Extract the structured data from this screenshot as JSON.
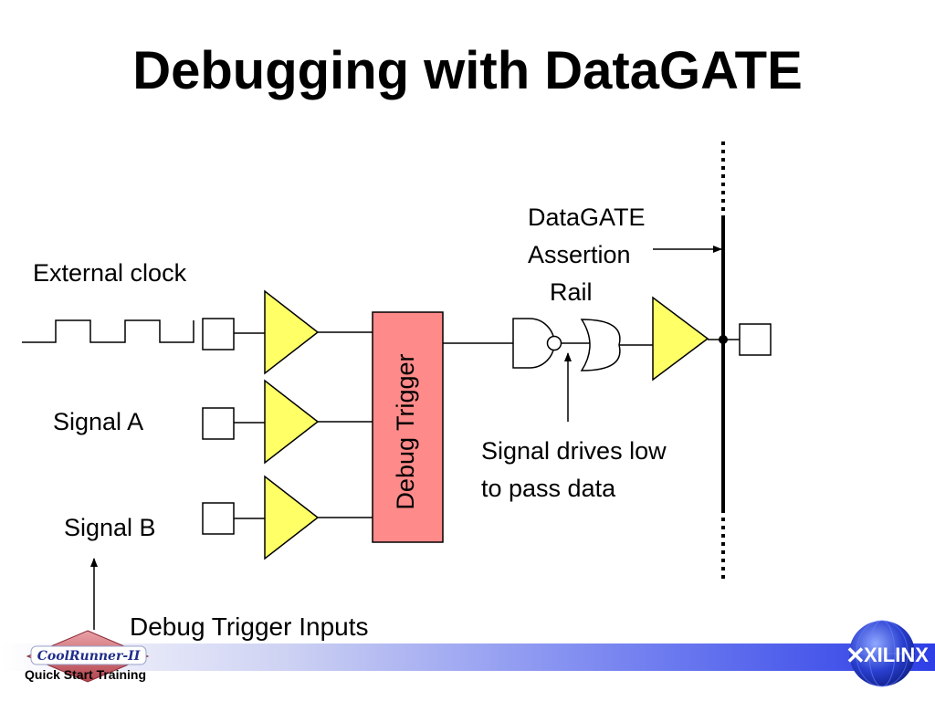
{
  "slide": {
    "title": "Debugging with DataGATE"
  },
  "labels": {
    "external_clock": "External clock",
    "signal_a": "Signal A",
    "signal_b": "Signal B",
    "debug_trigger": "Debug Trigger",
    "datagate_assertion_rail": [
      "DataGATE",
      "Assertion",
      "Rail"
    ],
    "signal_drives_low": [
      "Signal drives low",
      "to pass data"
    ],
    "debug_trigger_inputs": "Debug Trigger Inputs"
  },
  "footer": {
    "brand": "CoolRunner-II",
    "training": "Quick Start Training",
    "company": "XILINX"
  },
  "colors": {
    "buffer_fill": "#ffff66",
    "trigger_fill": "#ff8a8a",
    "footer_accent": "#2e3fe6"
  }
}
